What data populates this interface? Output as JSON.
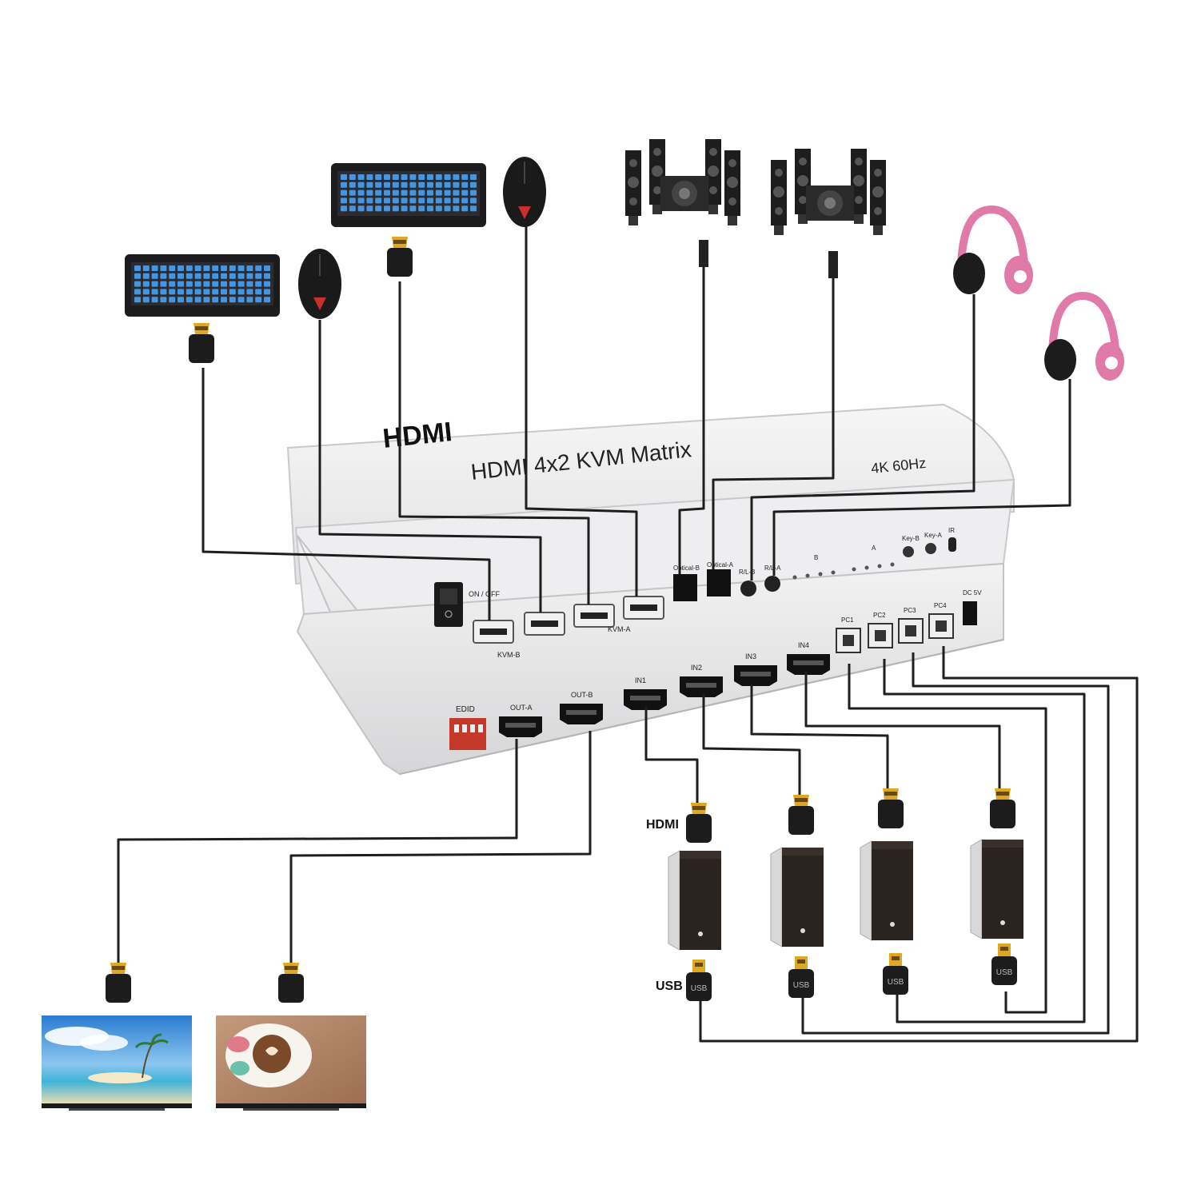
{
  "device": {
    "logo": "HDMI",
    "title": "HDMI 4x2 KVM Matrix",
    "resolution": "4K 60Hz",
    "power_switch": "ON / OFF",
    "kvm_b": "KVM-B",
    "kvm_a": "KVM-A",
    "optical_b": "Optical-B",
    "optical_a": "Optical-A",
    "rl_b": "R/L-B",
    "rl_a": "R/L-A",
    "group_b": "B",
    "group_a": "A",
    "key_b": "Key-B",
    "key_a": "Key-A",
    "ir": "IR",
    "pc_ports": [
      "PC1",
      "PC2",
      "PC3",
      "PC4"
    ],
    "dc_in": "DC 5V",
    "edid": "EDID",
    "out_a": "OUT-A",
    "out_b": "OUT-B",
    "inputs": [
      "IN1",
      "IN2",
      "IN3",
      "IN4"
    ]
  },
  "legend": {
    "hdmi": "HDMI",
    "usb": "USB",
    "usb_plug": "USB"
  },
  "icons": {
    "keyboard": "keyboard-icon",
    "mouse": "mouse-icon",
    "speakers": "speaker-set-icon",
    "headphones": "headphones-icon",
    "pc": "computer-tower-icon",
    "monitor": "monitor-icon"
  },
  "colors": {
    "device_body": "#e8e8ea",
    "cable": "#1e1e1e",
    "hdmi_gold": "#e0a820",
    "edid_red": "#c43a2a",
    "headphone_pink": "#e07aa8",
    "keyboard_rgb": "#4aa8ff"
  }
}
